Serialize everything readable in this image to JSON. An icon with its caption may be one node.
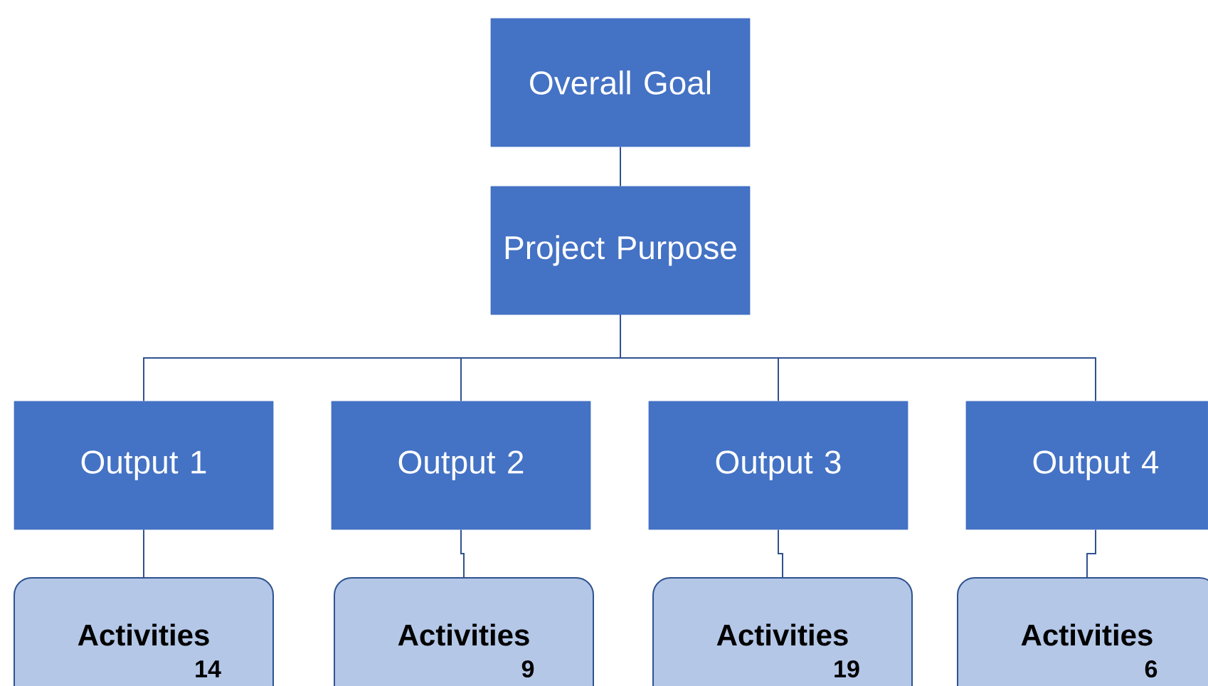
{
  "diagram": {
    "nodes": [
      {
        "text": [
          "Overall Goal"
        ]
      },
      {
        "text": [
          "Project Purpose"
        ]
      },
      {
        "text": [
          "Output 1"
        ]
      },
      {
        "text": [
          "Output 2"
        ]
      },
      {
        "text": [
          "Output 3"
        ]
      },
      {
        "text": [
          "Output 4"
        ]
      },
      {
        "text": [
          "Activities",
          "14"
        ]
      },
      {
        "text": [
          "Activities",
          "9"
        ]
      },
      {
        "text": [
          "Activities",
          "19"
        ]
      },
      {
        "text": [
          "Activities",
          "6"
        ]
      }
    ],
    "edges": [
      {
        "from": 0,
        "to": 1,
        "arrow": "none"
      },
      {
        "from": 1,
        "to": 2,
        "arrow": "none"
      },
      {
        "from": 1,
        "to": 3,
        "arrow": "none"
      },
      {
        "from": 1,
        "to": 4,
        "arrow": "none"
      },
      {
        "from": 1,
        "to": 5,
        "arrow": "none"
      },
      {
        "from": 2,
        "to": 6,
        "arrow": "none"
      },
      {
        "from": 3,
        "to": 7,
        "arrow": "none"
      },
      {
        "from": 4,
        "to": 8,
        "arrow": "none"
      },
      {
        "from": 5,
        "to": 9,
        "arrow": "none"
      }
    ]
  }
}
